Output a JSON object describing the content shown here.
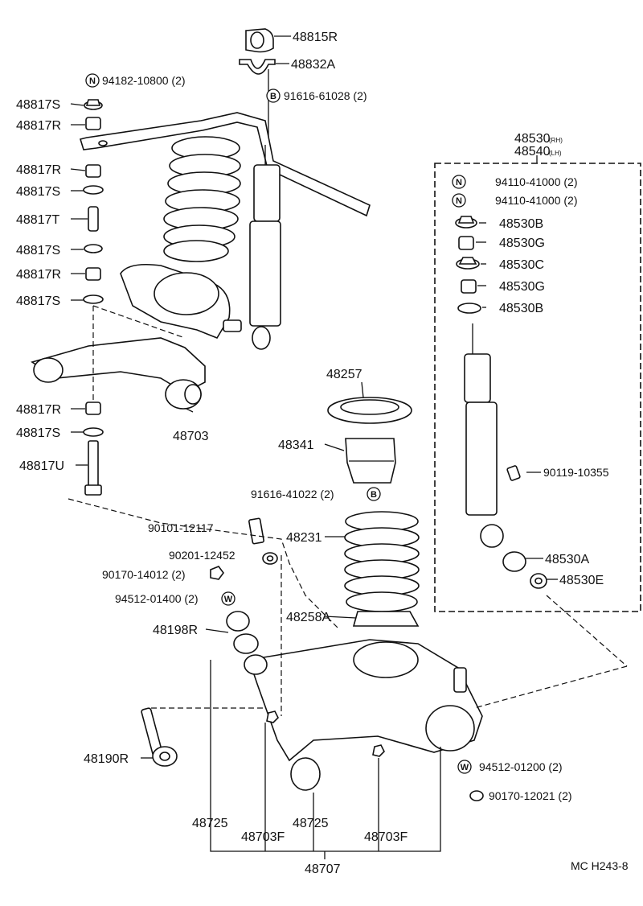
{
  "labels": {
    "p48815R": "48815R",
    "p48832A": "48832A",
    "p94182": "94182-10800 (2)",
    "p91616a": "91616-61028 (2)",
    "p48817S_1": "48817S",
    "p48817R_1": "48817R",
    "p48817R_2": "48817R",
    "p48817S_2": "48817S",
    "p48817T": "48817T",
    "p48817S_3": "48817S",
    "p48817R_3": "48817R",
    "p48817S_4": "48817S",
    "p48817R_4": "48817R",
    "p48817S_5": "48817S",
    "p48817U": "48817U",
    "p48703": "48703",
    "p48530": "48530",
    "p48530_rh": "(RH)",
    "p48540": "48540",
    "p48540_lh": "(LH)",
    "p94110a": "94110-41000 (2)",
    "p94110b": "94110-41000 (2)",
    "p48530B_1": "48530B",
    "p48530G_1": "48530G",
    "p48530C": "48530C",
    "p48530G_2": "48530G",
    "p48530B_2": "48530B",
    "p90119": "90119-10355",
    "p48530A": "48530A",
    "p48530E": "48530E",
    "p48257": "48257",
    "p48341": "48341",
    "p91616b": "91616-41022 (2)",
    "p48231": "48231",
    "p48258A": "48258A",
    "p90101": "90101-12117",
    "p90201": "90201-12452",
    "p90170a": "90170-14012 (2)",
    "p94512a": "94512-01400 (2)",
    "p48198R": "48198R",
    "p48190R": "48190R",
    "p94512b": "94512-01200 (2)",
    "p90170b": "90170-12021 (2)",
    "p48725_1": "48725",
    "p48725_2": "48725",
    "p48703F_1": "48703F",
    "p48703F_2": "48703F",
    "p48707": "48707",
    "ref": "MC H243-8"
  },
  "badges": {
    "N": "N",
    "B": "B",
    "W": "W"
  }
}
